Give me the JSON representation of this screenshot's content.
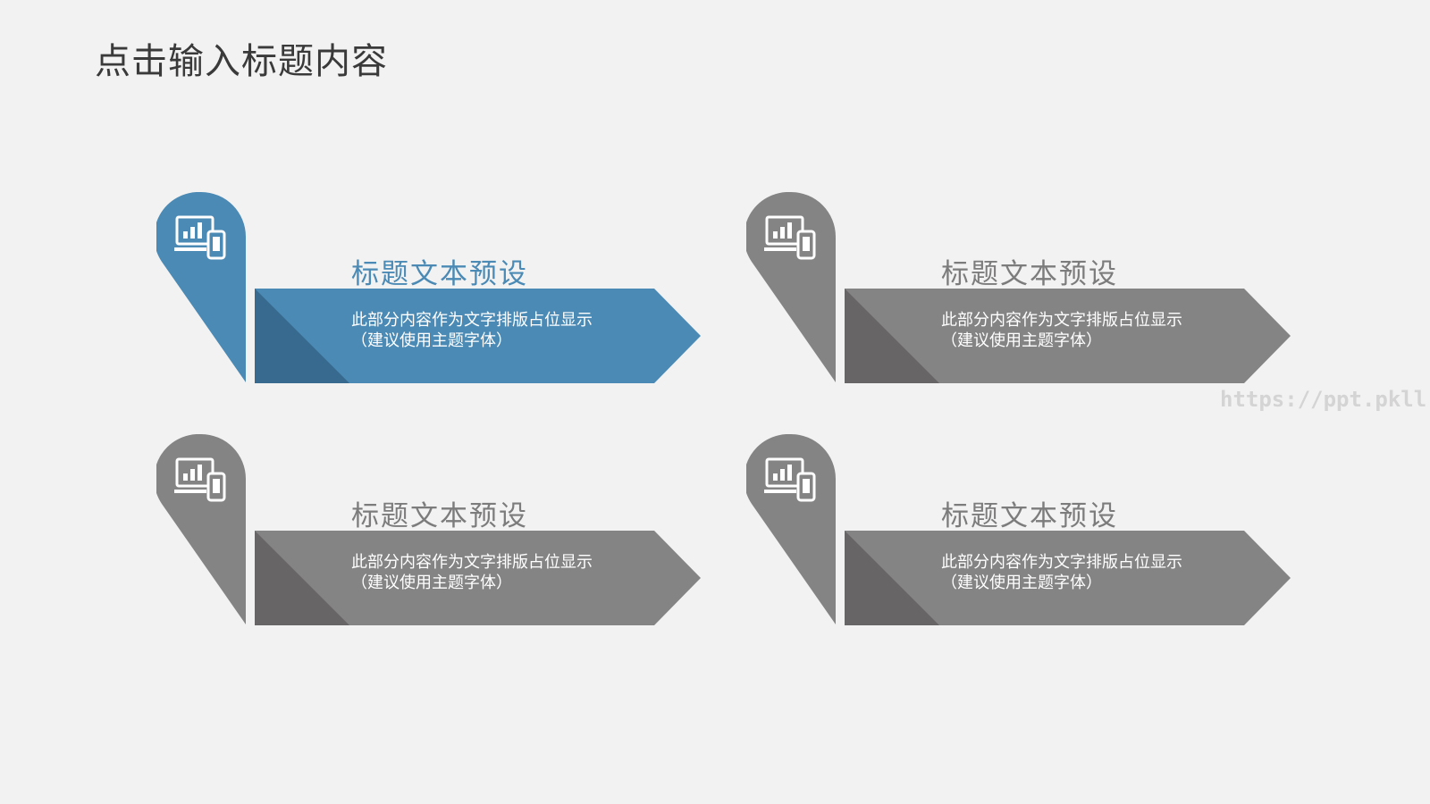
{
  "slide": {
    "title": "点击输入标题内容"
  },
  "watermark": "https://ppt.pkll.de",
  "colors": {
    "background": "#f3f2f2",
    "accent_blue": "#4a8ab5",
    "accent_blue_dark": "#376a8e",
    "gray": "#858484",
    "gray_dark": "#676565",
    "title_gray": "#7d7c7c"
  },
  "cards": [
    {
      "title": "标题文本预设",
      "desc_line1": "此部分内容作为文字排版占位显示",
      "desc_line2": "（建议使用主题字体）",
      "icon": "devices-chart-icon",
      "theme": "blue"
    },
    {
      "title": "标题文本预设",
      "desc_line1": "此部分内容作为文字排版占位显示",
      "desc_line2": "（建议使用主题字体）",
      "icon": "devices-chart-icon",
      "theme": "gray"
    },
    {
      "title": "标题文本预设",
      "desc_line1": "此部分内容作为文字排版占位显示",
      "desc_line2": "（建议使用主题字体）",
      "icon": "devices-chart-icon",
      "theme": "gray"
    },
    {
      "title": "标题文本预设",
      "desc_line1": "此部分内容作为文字排版占位显示",
      "desc_line2": "（建议使用主题字体）",
      "icon": "devices-chart-icon",
      "theme": "gray"
    }
  ]
}
